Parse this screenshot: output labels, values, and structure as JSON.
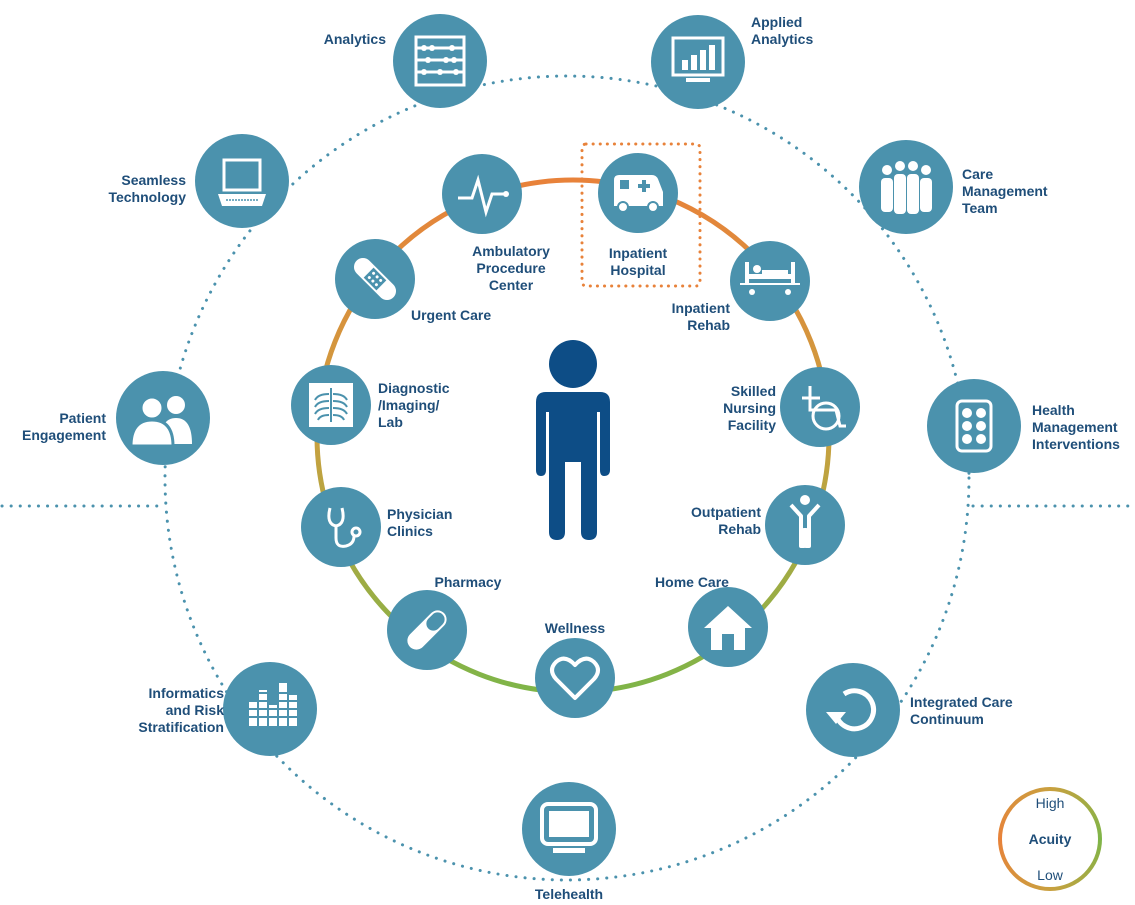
{
  "outer_nodes": [
    {
      "key": "analytics",
      "lines": [
        "Analytics"
      ],
      "icon": "abacus-icon"
    },
    {
      "key": "applied-analytics",
      "lines": [
        "Applied",
        "Analytics"
      ],
      "icon": "bar-chart-monitor-icon"
    },
    {
      "key": "care-management-team",
      "lines": [
        "Care",
        "Management",
        "Team"
      ],
      "icon": "team-icon"
    },
    {
      "key": "health-management-interventions",
      "lines": [
        "Health",
        "Management",
        "Interventions"
      ],
      "icon": "pill-pack-icon"
    },
    {
      "key": "integrated-care-continuum",
      "lines": [
        "Integrated Care",
        "Continuum"
      ],
      "icon": "cycle-arrow-icon"
    },
    {
      "key": "telehealth",
      "lines": [
        "Telehealth"
      ],
      "icon": "monitor-icon"
    },
    {
      "key": "informatics",
      "lines": [
        "Informatics",
        "and Risk",
        "Stratification"
      ],
      "icon": "equalizer-chart-icon"
    },
    {
      "key": "patient-engagement",
      "lines": [
        "Patient",
        "Engagement"
      ],
      "icon": "people-icon"
    },
    {
      "key": "seamless-technology",
      "lines": [
        "Seamless",
        "Technology"
      ],
      "icon": "laptop-icon"
    }
  ],
  "inner_nodes": [
    {
      "key": "ambulatory-procedure-center",
      "lines": [
        "Ambulatory",
        "Procedure",
        "Center"
      ],
      "icon": "pulse-icon"
    },
    {
      "key": "inpatient-hospital",
      "lines": [
        "Inpatient",
        "Hospital"
      ],
      "icon": "ambulance-icon",
      "highlighted": true
    },
    {
      "key": "inpatient-rehab",
      "lines": [
        "Inpatient",
        "Rehab"
      ],
      "icon": "hospital-bed-icon"
    },
    {
      "key": "skilled-nursing-facility",
      "lines": [
        "Skilled",
        "Nursing",
        "Facility"
      ],
      "icon": "wheelchair-icon"
    },
    {
      "key": "outpatient-rehab",
      "lines": [
        "Outpatient",
        "Rehab"
      ],
      "icon": "person-arms-up-icon"
    },
    {
      "key": "home-care",
      "lines": [
        "Home Care"
      ],
      "icon": "house-icon"
    },
    {
      "key": "wellness",
      "lines": [
        "Wellness"
      ],
      "icon": "heart-icon"
    },
    {
      "key": "pharmacy",
      "lines": [
        "Pharmacy"
      ],
      "icon": "capsule-icon"
    },
    {
      "key": "physician-clinics",
      "lines": [
        "Physician",
        "Clinics"
      ],
      "icon": "stethoscope-icon"
    },
    {
      "key": "diagnostic-imaging-lab",
      "lines": [
        "Diagnostic",
        "/Imaging/",
        "Lab"
      ],
      "icon": "xray-icon"
    },
    {
      "key": "urgent-care",
      "lines": [
        "Urgent Care"
      ],
      "icon": "bandage-icon"
    }
  ],
  "center_icon": "patient-person-icon",
  "acuity": {
    "high": "High",
    "title": "Acuity",
    "low": "Low"
  },
  "colors": {
    "node_fill": "#4b92ad",
    "text": "#1f4e79",
    "person": "#0d4d86",
    "dots": "#4b92ad",
    "high": "#e8823a",
    "low": "#7eb548",
    "highlight_border": "#e8823a"
  }
}
